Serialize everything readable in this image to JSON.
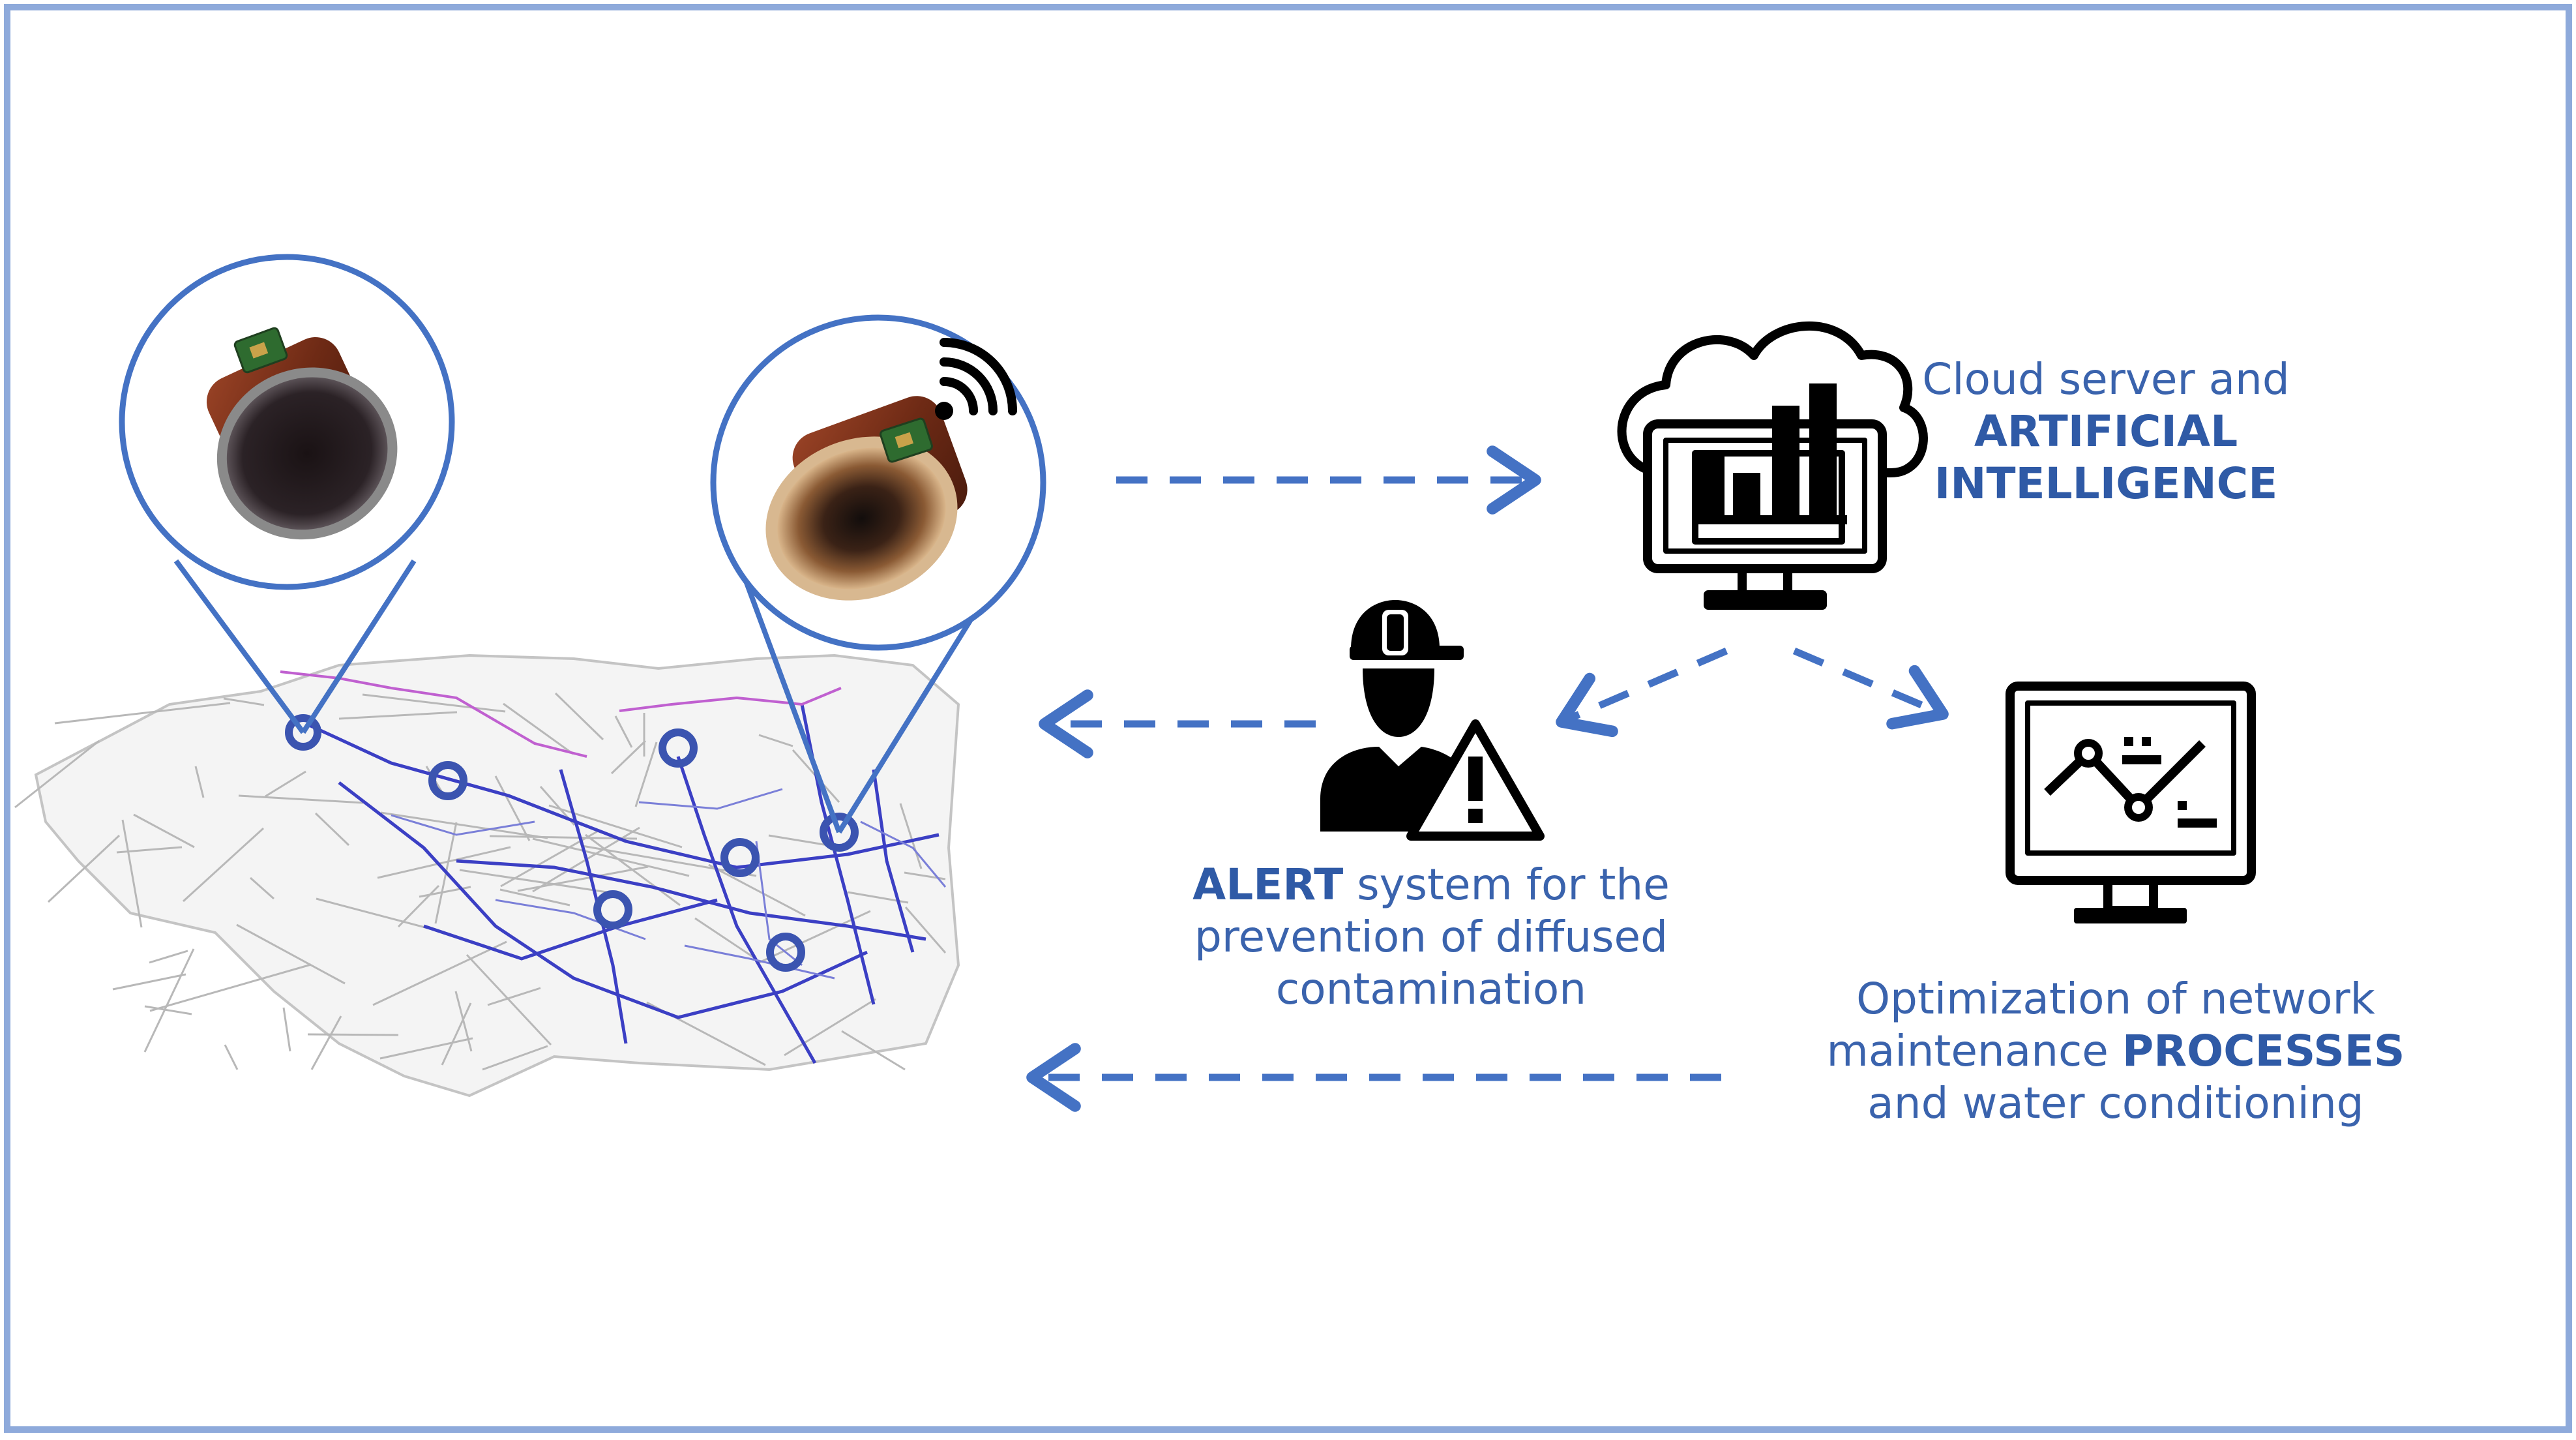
{
  "colors": {
    "frame": "#8eaadb",
    "accent": "#4472c4",
    "text": "#3a63ad",
    "icon": "#000000",
    "pipe_rust": "#7a2f18",
    "map_roads": "#b8b8b8",
    "map_mains": "#3b3fc4",
    "map_secondary": "#c060d0"
  },
  "icons": {
    "clean_pipe": "pipe-clean-icon",
    "corroded_pipe": "pipe-corroded-icon",
    "wireless": "wifi-signal-icon",
    "cloud_server": "cloud-monitor-chart-icon",
    "worker_alert": "worker-warning-icon",
    "optimization": "monitor-line-chart-icon",
    "network_map": "water-network-map"
  },
  "labels": {
    "cloud": {
      "line1": "Cloud server and",
      "line2": "ARTIFICIAL",
      "line3": "INTELLIGENCE"
    },
    "alert": {
      "bold": "ALERT",
      "line1_rest": " system for the",
      "line2": "prevention of diffused",
      "line3": "contamination"
    },
    "optimization": {
      "line1": "Optimization of network",
      "line2_pre": "maintenance ",
      "line2_bold": "PROCESSES",
      "line3": "and water conditioning"
    }
  }
}
